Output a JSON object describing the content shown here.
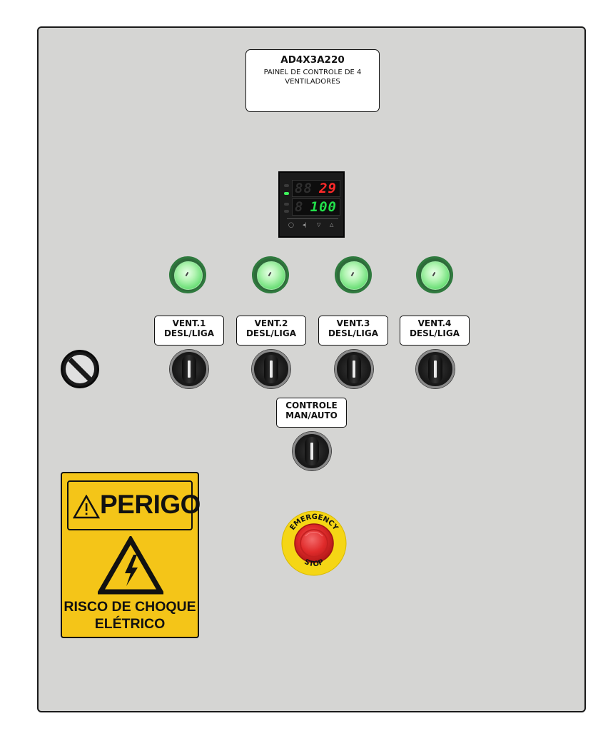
{
  "nameplate": {
    "code": "AD4X3A220",
    "description": "PAINEL DE CONTROLE DE 4 VENTILADORES"
  },
  "controller": {
    "pv_ghost": "88",
    "pv_value": "29",
    "sv_ghost": "8",
    "sv_value": "100",
    "pv_color": "#ff2a2a",
    "sv_color": "#22e04a"
  },
  "fans": [
    {
      "line1": "VENT.1",
      "line2": "DESL/LIGA"
    },
    {
      "line1": "VENT.2",
      "line2": "DESL/LIGA"
    },
    {
      "line1": "VENT.3",
      "line2": "DESL/LIGA"
    },
    {
      "line1": "VENT.4",
      "line2": "DESL/LIGA"
    }
  ],
  "mode_selector": {
    "line1": "CONTROLE",
    "line2": "MAN/AUTO"
  },
  "warning_sign": {
    "title": "PERIGO",
    "line1": "RISCO DE CHOQUE",
    "line2": "ELÉTRICO"
  },
  "emergency_stop": {
    "top_text": "EMERGENCY",
    "bottom_text": "STOP"
  },
  "colors": {
    "panel": "#d5d5d3",
    "sign_yellow": "#f4c518",
    "lamp_green": "#6fe07a",
    "estop_red": "#e02b2b"
  }
}
